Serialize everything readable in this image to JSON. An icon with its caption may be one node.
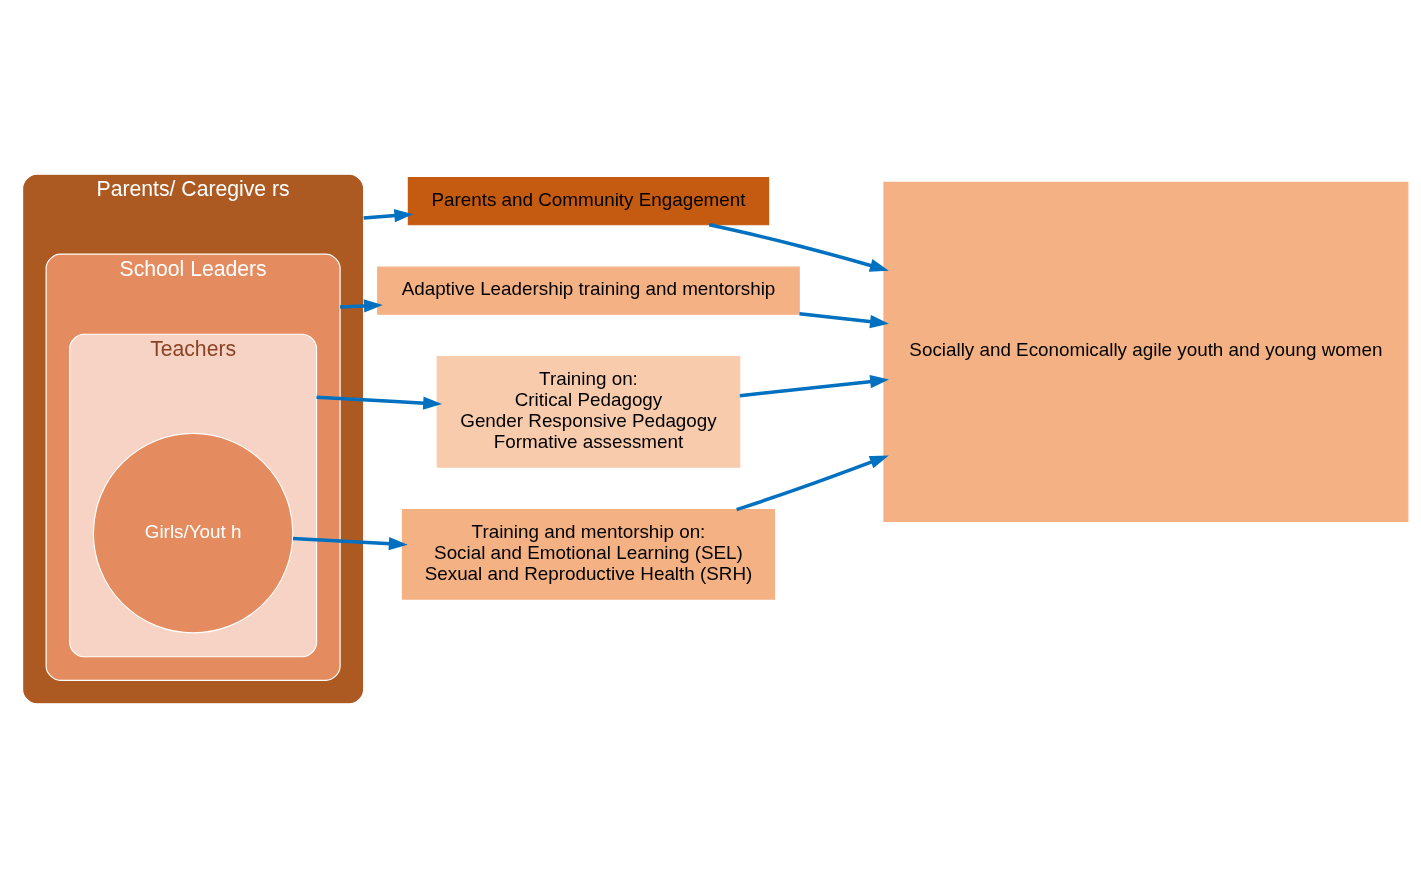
{
  "diagram": {
    "nodes": [
      {
        "text": [
          "Parents/ Caregive rs"
        ]
      },
      {
        "text": [
          "School Leaders"
        ],
        "in": 0
      },
      {
        "text": [
          "Teachers"
        ],
        "in": 1
      },
      {
        "text": [
          "Girls/Yout h"
        ],
        "in": 2
      },
      {
        "text": [
          "Parents and Community Engagement"
        ]
      },
      {
        "text": [
          "Adaptive Leadership training and mentorship"
        ]
      },
      {
        "text": [
          "Training on:",
          "Critical Pedagogy",
          "Gender Responsive Pedagogy",
          "Formative assessment"
        ]
      },
      {
        "text": [
          "Training and mentorship on:",
          "Social and Emotional Learning (SEL)",
          "Sexual and Reproductive Health (SRH)"
        ]
      },
      {
        "text": [
          "Socially and Economically agile youth and young women"
        ]
      }
    ],
    "edges": [
      {
        "from": 0,
        "to": 4,
        "arrow": "to"
      },
      {
        "from": 1,
        "to": 5,
        "arrow": "to"
      },
      {
        "from": 2,
        "to": 6,
        "arrow": "to"
      },
      {
        "from": 3,
        "to": 7,
        "arrow": "to"
      },
      {
        "from": 4,
        "to": 8,
        "arrow": "to"
      },
      {
        "from": 5,
        "to": 8,
        "arrow": "to"
      },
      {
        "from": 6,
        "to": 8,
        "arrow": "to"
      },
      {
        "from": 7,
        "to": 8,
        "arrow": "to"
      }
    ]
  }
}
